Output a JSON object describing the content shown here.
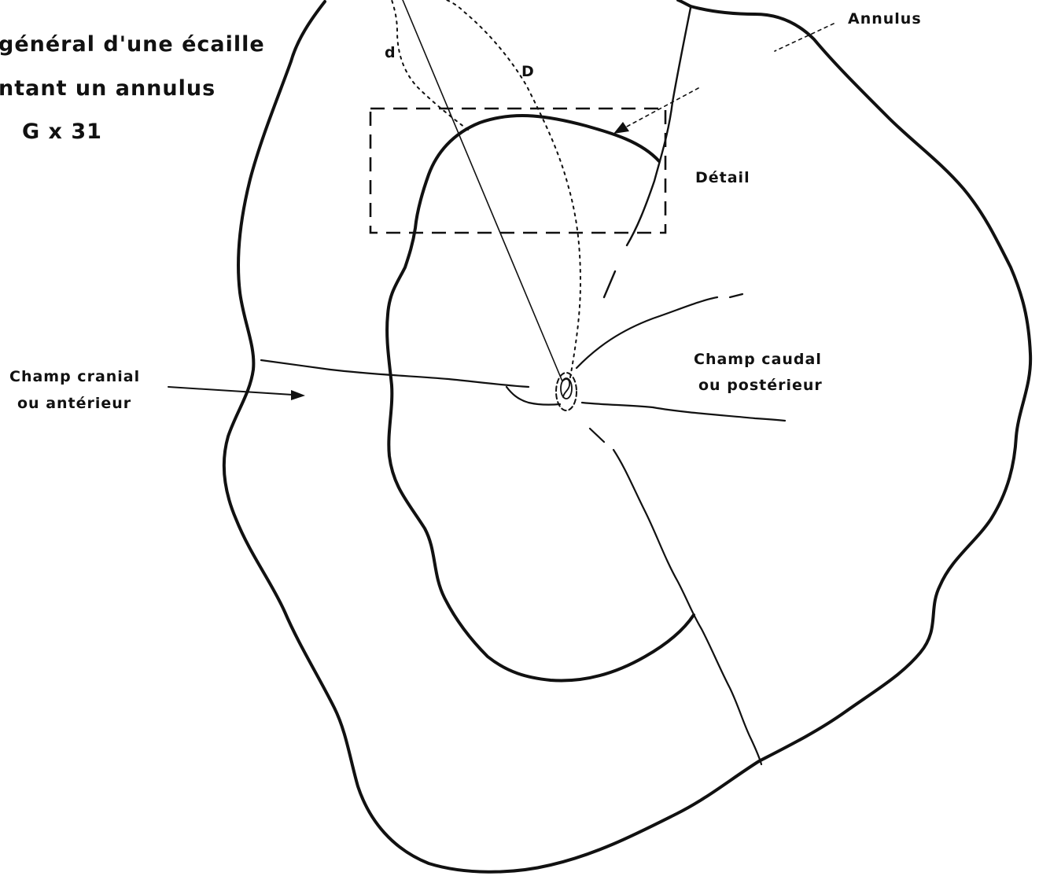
{
  "title": {
    "line1": "général d'une écaille",
    "line2": "ntant un annulus",
    "magnification": "G x 31"
  },
  "labels": {
    "annulus": "Annulus",
    "detail": "Détail",
    "small_radius": "d",
    "large_radius": "D",
    "cranial_line1": "Champ cranial",
    "cranial_line2": "ou antérieur",
    "caudal_line1": "Champ caudal",
    "caudal_line2": "ou postérieur"
  },
  "colors": {
    "ink": "#111111",
    "paper": "#ffffff"
  }
}
